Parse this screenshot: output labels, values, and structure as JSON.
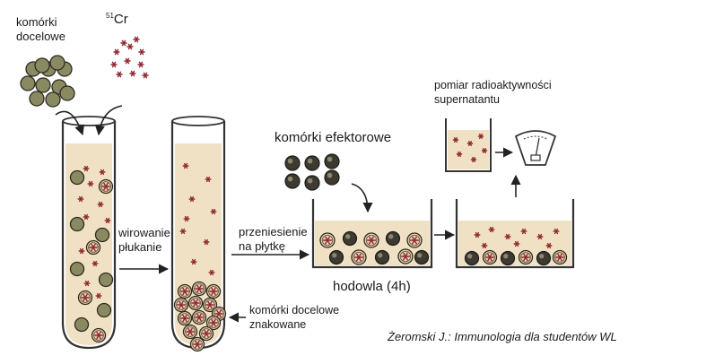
{
  "labels": {
    "target_cells": "komórki\ndocelowe",
    "isotope_mass": "51",
    "isotope_symbol": "Cr",
    "centrifuge": "wirowanie\npłukanie",
    "transfer": "przeniesienie\nna płytkę",
    "effector_cells": "komórki efektorowe",
    "measurement": "pomiar radioaktywności\nsupernatantu",
    "culture": "hodowla (4h)",
    "labeled_cells": "komórki docelowe\nznakowane"
  },
  "citation": "Żeromski J.: Immunologia dla studentów WL",
  "colors": {
    "cell_fill": "#8a8a62",
    "cell_outline": "#2e2a1e",
    "isotope": "#8e2630",
    "effector_fill": "#3e3a30",
    "liquid": "#f1e1c4",
    "outline": "#333333"
  },
  "icons": [
    "arrow-icon",
    "gamma-counter-icon"
  ]
}
